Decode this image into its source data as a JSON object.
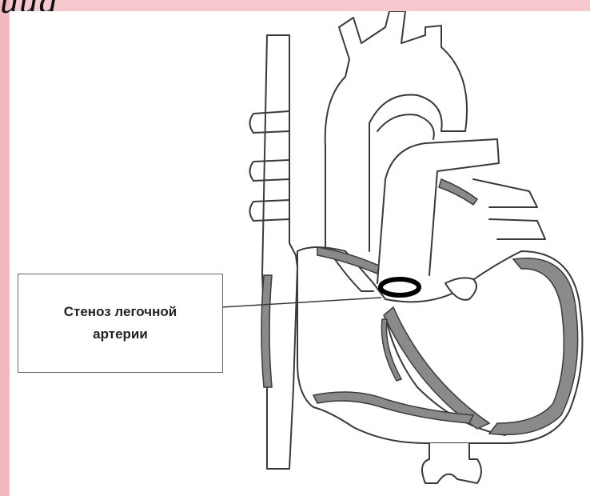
{
  "slide": {
    "title_fragment": "ица"
  },
  "label": {
    "line1": "Стеноз легочной",
    "line2": "артерии"
  },
  "colors": {
    "background": "#f6c9cf",
    "canvas": "#ffffff",
    "tissue": "#8a8a8a",
    "outline": "#3a3a3a",
    "stenosis_ring": "#000000"
  }
}
